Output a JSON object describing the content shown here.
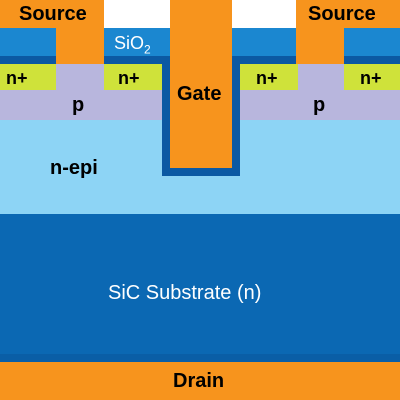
{
  "labels": {
    "source_left": "Source",
    "source_right": "Source",
    "oxide_main": "SiO",
    "oxide_sub": "2",
    "gate": "Gate",
    "nplus_1": "n+",
    "nplus_2": "n+",
    "nplus_3": "n+",
    "nplus_4": "n+",
    "p_left": "p",
    "p_right": "p",
    "nepi": "n-epi",
    "substrate": "SiC Substrate (n)",
    "drain": "Drain"
  },
  "colors": {
    "metal": "#f7941d",
    "oxide_light": "#1b87d0",
    "oxide_dark": "#0b59a3",
    "nplus": "#cfe23a",
    "p_region": "#b8b6dd",
    "nepi": "#8dd4f5",
    "substrate": "#0b68b3",
    "substrate_edge": "#0a5ea6",
    "text_dark": "#000000",
    "text_light": "#ffffff"
  }
}
